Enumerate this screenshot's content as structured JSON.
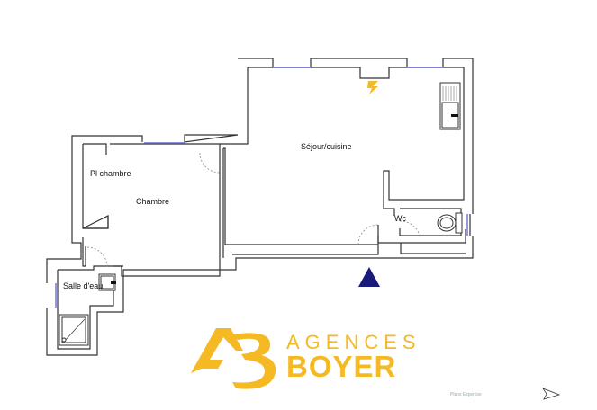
{
  "rooms": {
    "sejour": "Séjour/cuisine",
    "pl_chambre": "Pl chambre",
    "chambre": "Chambre",
    "salle_deau": "Salle d'eau",
    "wc": "Wc"
  },
  "brand": {
    "line1": "AGENCES",
    "line2": "BOYER",
    "color": "#f5b923"
  },
  "credit": "Plans Expertise",
  "colors": {
    "wall": "#333333",
    "window": "#6a6ad8",
    "entrance_marker": "#1a1a7a",
    "electric_panel": "#f5b923"
  },
  "icons": {
    "entrance": "triangle-up",
    "north": "arrow-right",
    "electric": "lightning"
  }
}
